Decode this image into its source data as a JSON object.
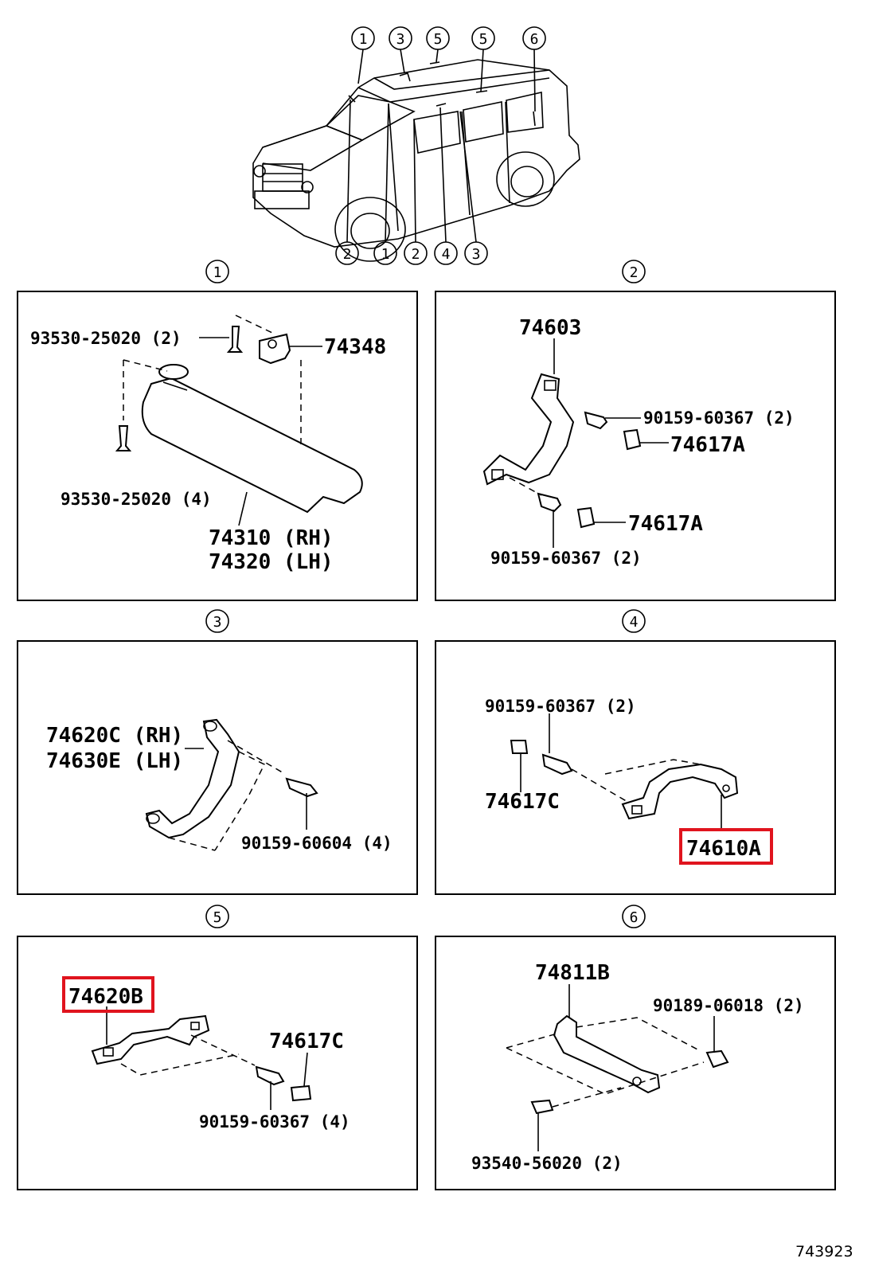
{
  "diagram_code": "743923",
  "overview": {
    "top_callouts": [
      "1",
      "3",
      "5",
      "5",
      "6"
    ],
    "bottom_callouts": [
      "2",
      "1",
      "2",
      "4",
      "3"
    ]
  },
  "panels": [
    {
      "number": "1",
      "labels": [
        "93530-25020 (2)",
        "74348",
        "93530-25020 (4)",
        "74310 (RH)",
        "74320 (LH)"
      ]
    },
    {
      "number": "2",
      "labels": [
        "74603",
        "90159-60367 (2)",
        "74617A",
        "74617A",
        "90159-60367 (2)"
      ]
    },
    {
      "number": "3",
      "labels": [
        "74620C (RH)",
        "74630E (LH)",
        "90159-60604 (4)"
      ]
    },
    {
      "number": "4",
      "labels": [
        "90159-60367 (2)",
        "74617C",
        "74610A"
      ],
      "highlighted": "74610A"
    },
    {
      "number": "5",
      "labels": [
        "74620B",
        "74617C",
        "90159-60367 (4)"
      ],
      "highlighted": "74620B"
    },
    {
      "number": "6",
      "labels": [
        "74811B",
        "90189-06018 (2)",
        "93540-56020 (2)"
      ]
    }
  ],
  "colors": {
    "line": "#000000",
    "highlight": "#e0141e",
    "background": "#ffffff"
  }
}
